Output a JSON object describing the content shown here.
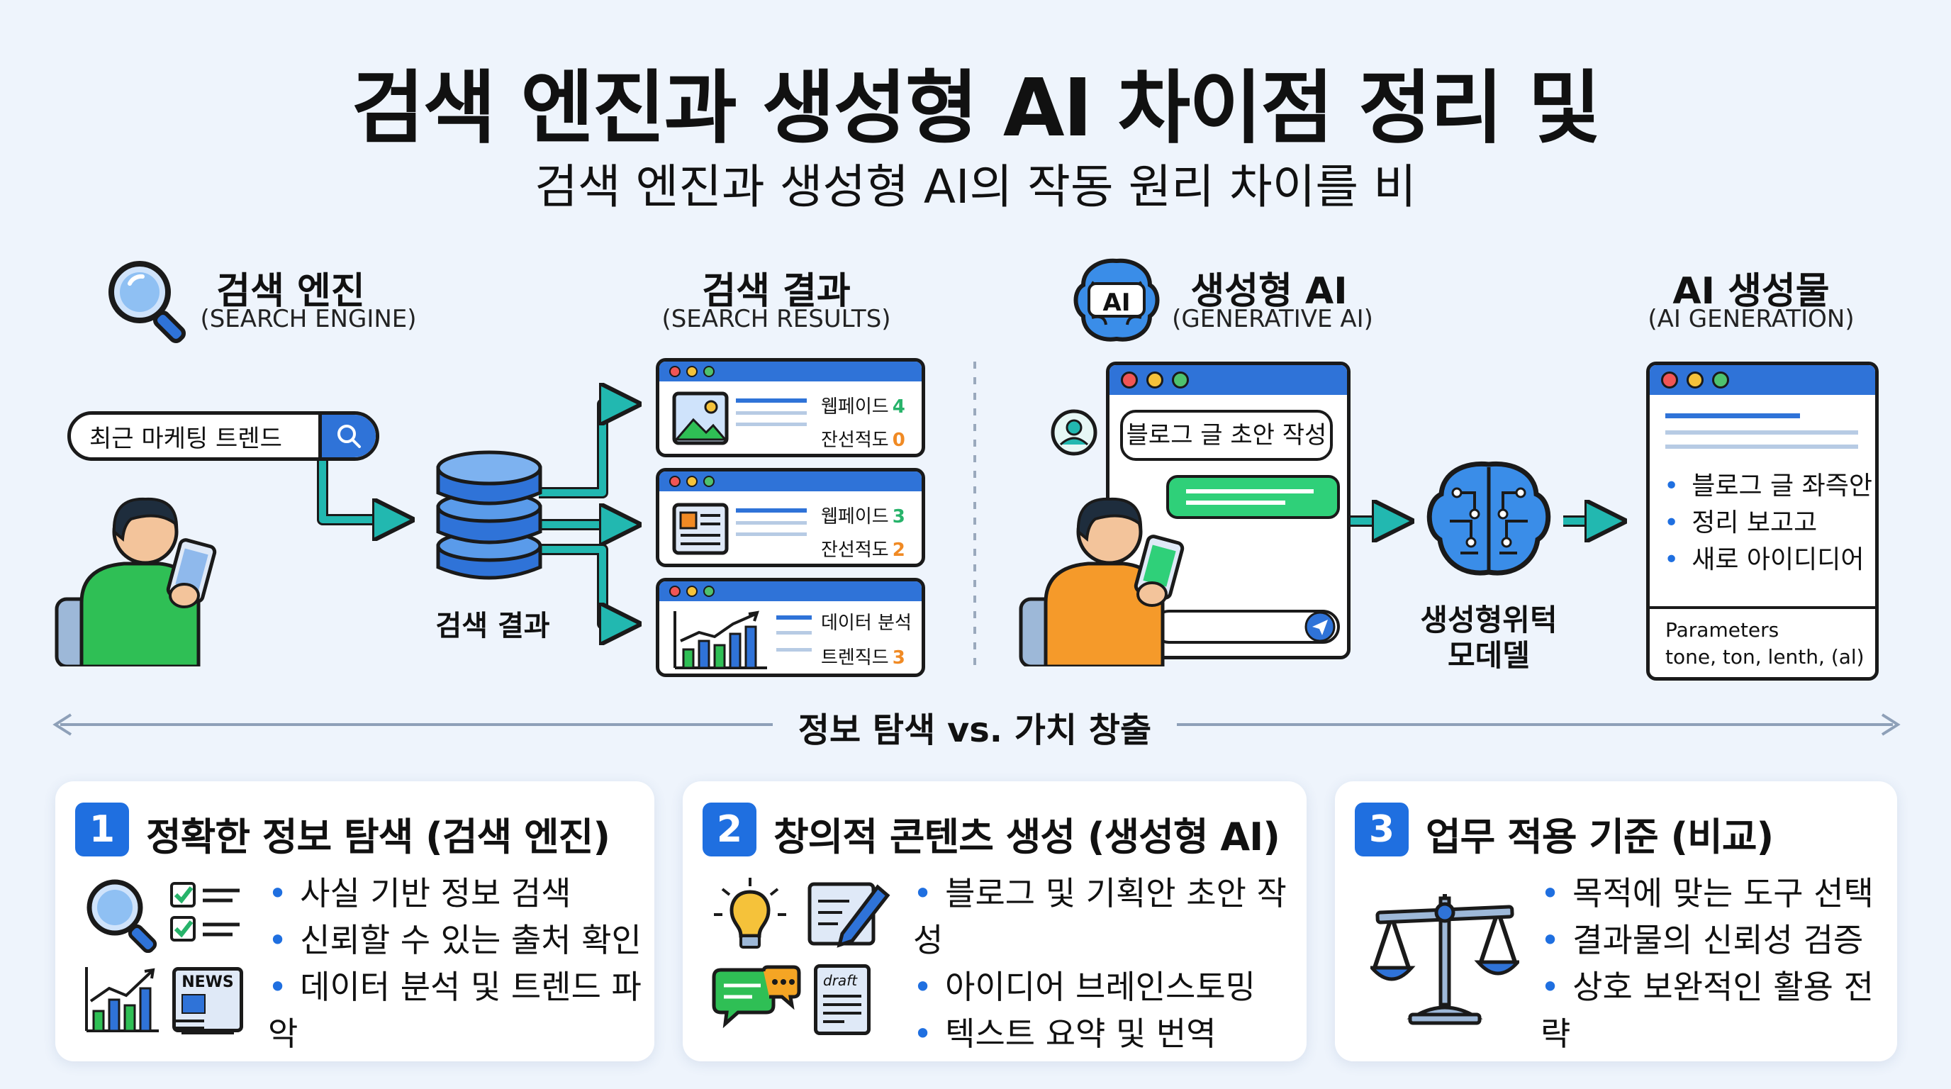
{
  "header": {
    "title": "검색 엔진과 생성형 AI 차이점 정리 및",
    "subtitle": "검색 엔진과 생성형 AI의 작동 원리 차이를 비"
  },
  "sections": {
    "search_engine": {
      "title": "검색 엔진",
      "subtitle": "(SEARCH ENGINE)"
    },
    "search_results": {
      "title": "검색 결과",
      "subtitle": "(SEARCH RESULTS)"
    },
    "generative_ai": {
      "title": "생성형 AI",
      "subtitle": "(GENERATIVE AI)",
      "brain_badge": "AI"
    },
    "ai_generation": {
      "title": "AI 생성물",
      "subtitle": "(AI GENERATION)"
    }
  },
  "search": {
    "query": "최근 마케팅 트렌드",
    "database_label": "검색 결과"
  },
  "results": [
    {
      "rows": [
        {
          "label": "웹페이드",
          "num": "4",
          "color": "#27b36a"
        },
        {
          "label": "잔선적도",
          "num": "0",
          "color": "#f08a24"
        }
      ]
    },
    {
      "rows": [
        {
          "label": "웹페이드",
          "num": "3",
          "color": "#27b36a"
        },
        {
          "label": "잔선적도",
          "num": "2",
          "color": "#f08a24"
        }
      ]
    },
    {
      "rows": [
        {
          "label": "데이터 분석",
          "num": "",
          "color": "#27b36a"
        },
        {
          "label": "트렌직드",
          "num": "3",
          "color": "#f08a24"
        }
      ]
    }
  ],
  "chat": {
    "prompt": "블로그 글 초안 작성"
  },
  "model_label": {
    "line1": "생성형위턱",
    "line2": "모데델"
  },
  "output": {
    "items": [
      "블로그 글 좌즉안",
      "정리 보고고",
      "새로 아이디디어"
    ],
    "params_title": "Parameters",
    "params_text": "tone, ton, lenth, (al)"
  },
  "divider": {
    "label": "정보 탐색 vs. 가치 창출"
  },
  "cards": [
    {
      "num": "1",
      "title": "정확한 정보 탐색 (검색 엔진)",
      "bullets": [
        "사실 기반 정보 검색",
        "신뢰할 수 있는 출처 확인",
        "데이터 분석 및 트렌드 파악"
      ],
      "news_label": "NEWS"
    },
    {
      "num": "2",
      "title": "창의적 콘텐츠 생성 (생성형 AI)",
      "bullets": [
        "블로그 및 기획안 초안 작성",
        "아이디어 브레인스토밍",
        "텍스트 요약 및 번역"
      ],
      "draft_label": "draft"
    },
    {
      "num": "3",
      "title": "업무 적용 기준 (비교)",
      "bullets": [
        "목적에 맞는 도구 선택",
        "결과물의 신뢰성 검증",
        "상호 보완적인 활용 전략"
      ]
    }
  ],
  "colors": {
    "accent": "#1f6fe0",
    "teal": "#22b8b0",
    "green": "#27b36a",
    "orange": "#f08a24"
  }
}
